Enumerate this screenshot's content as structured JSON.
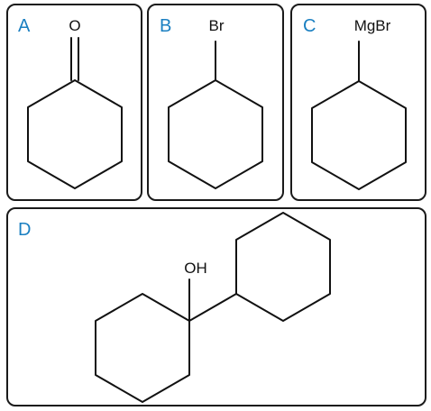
{
  "colors": {
    "label": "#1a7fc1",
    "border": "#1a1a1a",
    "bond": "#111111"
  },
  "panels": [
    {
      "id": "A",
      "label": "A",
      "substituent": "O"
    },
    {
      "id": "B",
      "label": "B",
      "substituent": "Br"
    },
    {
      "id": "C",
      "label": "C",
      "substituent": "MgBr"
    },
    {
      "id": "D",
      "label": "D",
      "substituent": "OH"
    }
  ]
}
